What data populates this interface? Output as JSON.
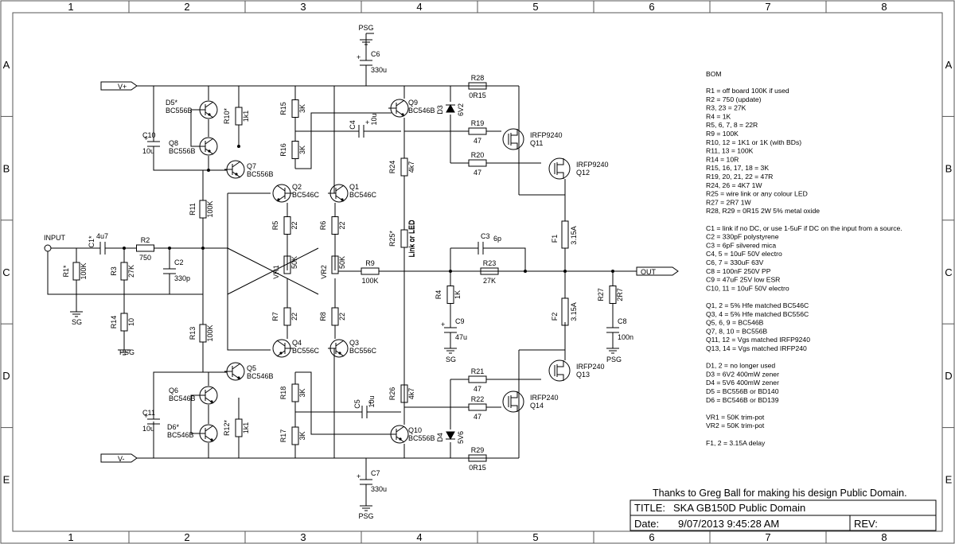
{
  "grid": {
    "columns": [
      "1",
      "2",
      "3",
      "4",
      "5",
      "6",
      "7",
      "8"
    ],
    "rows": [
      "A",
      "B",
      "C",
      "D",
      "E"
    ]
  },
  "nets": {
    "psg_top": "PSG",
    "psg_bottom": "PSG",
    "psg_c9": "PSG",
    "vplus": "V+",
    "vminus": "V-",
    "input": "INPUT",
    "output": "OUT",
    "sg1": "SG",
    "sg2": "SG"
  },
  "components": {
    "C6": {
      "ref": "C6",
      "value": "330u"
    },
    "C7": {
      "ref": "C7",
      "value": "330u"
    },
    "C10": {
      "ref": "C10",
      "value": "10u"
    },
    "C11": {
      "ref": "C11",
      "value": "10u"
    },
    "C4": {
      "ref": "C4",
      "value": "10u"
    },
    "C5": {
      "ref": "C5",
      "value": "10u"
    },
    "C1": {
      "ref": "C1*",
      "value": "4u7"
    },
    "C2": {
      "ref": "C2",
      "value": "330p"
    },
    "C3": {
      "ref": "C3",
      "value": "6p"
    },
    "C8": {
      "ref": "C8",
      "value": "100n"
    },
    "C9": {
      "ref": "C9",
      "value": "47u"
    },
    "D3": {
      "ref": "D3",
      "value": "6V2"
    },
    "D4": {
      "ref": "D4",
      "value": "5V6"
    },
    "D5": {
      "ref": "D5*",
      "value": "BC556B"
    },
    "D6": {
      "ref": "D6*",
      "value": "BC546B"
    },
    "Q1": {
      "ref": "Q1",
      "value": "BC546C"
    },
    "Q2": {
      "ref": "Q2",
      "value": "BC546C"
    },
    "Q3": {
      "ref": "Q3",
      "value": "BC556C"
    },
    "Q4": {
      "ref": "Q4",
      "value": "BC556C"
    },
    "Q5": {
      "ref": "Q5",
      "value": "BC546B"
    },
    "Q6": {
      "ref": "Q6",
      "value": "BC546B"
    },
    "Q7": {
      "ref": "Q7",
      "value": "BC556B"
    },
    "Q8": {
      "ref": "Q8",
      "value": "BC556B"
    },
    "Q9": {
      "ref": "Q9",
      "value": "BC546B"
    },
    "Q10": {
      "ref": "Q10",
      "value": "BC556B"
    },
    "Q11": {
      "ref": "Q11",
      "value": "IRFP9240"
    },
    "Q12": {
      "ref": "Q12",
      "value": "IRFP9240"
    },
    "Q13": {
      "ref": "Q13",
      "value": "IRFP240"
    },
    "Q14": {
      "ref": "Q14",
      "value": "IRFP240"
    },
    "R1": {
      "ref": "R1*",
      "value": "100K"
    },
    "R2": {
      "ref": "R2",
      "value": "750"
    },
    "R3": {
      "ref": "R3",
      "value": "27K"
    },
    "R4": {
      "ref": "R4",
      "value": "1K"
    },
    "R5": {
      "ref": "R5",
      "value": "22"
    },
    "R6": {
      "ref": "R6",
      "value": "22"
    },
    "R7": {
      "ref": "R7",
      "value": "22"
    },
    "R8": {
      "ref": "R8",
      "value": "22"
    },
    "R9": {
      "ref": "R9",
      "value": "100K"
    },
    "R10": {
      "ref": "R10*",
      "value": "1k1"
    },
    "R11": {
      "ref": "R11",
      "value": "100K"
    },
    "R12": {
      "ref": "R12*",
      "value": "1k1"
    },
    "R13": {
      "ref": "R13",
      "value": "100K"
    },
    "R14": {
      "ref": "R14",
      "value": "10"
    },
    "R15": {
      "ref": "R15",
      "value": "3K"
    },
    "R16": {
      "ref": "R16",
      "value": "3K"
    },
    "R17": {
      "ref": "R17",
      "value": "3K"
    },
    "R18": {
      "ref": "R18",
      "value": "3K"
    },
    "R19": {
      "ref": "R19",
      "value": "47"
    },
    "R20": {
      "ref": "R20",
      "value": "47"
    },
    "R21": {
      "ref": "R21",
      "value": "47"
    },
    "R22": {
      "ref": "R22",
      "value": "47"
    },
    "R23": {
      "ref": "R23",
      "value": "27K"
    },
    "R24": {
      "ref": "R24",
      "value": "4k7"
    },
    "R25": {
      "ref": "R25*",
      "value": "Link or LED"
    },
    "R26": {
      "ref": "R26",
      "value": "4k7"
    },
    "R27": {
      "ref": "R27",
      "value": "2R7"
    },
    "R28": {
      "ref": "R28",
      "value": "0R15"
    },
    "R29": {
      "ref": "R29",
      "value": "0R15"
    },
    "VR1": {
      "ref": "VR1",
      "value": "50K"
    },
    "VR2": {
      "ref": "VR2",
      "value": "50K"
    },
    "F1": {
      "ref": "F1",
      "value": "3.15A"
    },
    "F2": {
      "ref": "F2",
      "value": "3.15A"
    }
  },
  "bom": {
    "title": "BOM",
    "lines": [
      "R1 = off board 100K if used",
      "R2 = 750  (update)",
      "R3, 23 = 27K",
      "R4 = 1K",
      "R5, 6, 7, 8 = 22R",
      "R9 = 100K",
      "R10, 12 = 1K1 or 1K (with BDs)",
      "R11, 13 = 100K",
      "R14 = 10R",
      "R15, 16, 17, 18 = 3K",
      "R19, 20, 21, 22 = 47R",
      "R24, 26 = 4K7 1W",
      "R25 = wire link or any colour LED",
      "R27 = 2R7 1W",
      "R28, R29 = 0R15 2W 5% metal oxide",
      "",
      "C1 = link if no DC, or use 1-5uF if DC on the input from a source.",
      "C2 = 330pF polystyrene",
      "C3 = 6pF silvered mica",
      "C4, 5 = 10uF 50V electro",
      "C6, 7 = 330uF 63V",
      "C8 = 100nF 250V PP",
      "C9 = 47uF 25V low ESR",
      "C10, 11 = 10uF 50V electro",
      "",
      "Q1, 2 = 5% Hfe matched BC546C",
      "Q3, 4 = 5% Hfe matched BC556C",
      "Q5, 6, 9 = BC546B",
      "Q7, 8, 10 = BC556B",
      "Q11, 12 = Vgs matched IRFP9240",
      "Q13, 14 = Vgs matched IRFP240",
      "",
      "D1, 2 = no longer used",
      "D3 = 6V2 400mW zener",
      "D4 = 5V6 400mW zener",
      "D5 = BC556B or BD140",
      "D6 = BC546B or BD139",
      "",
      "VR1 = 50K trim-pot",
      "VR2 = 50K trim-pot",
      "",
      "F1, 2 = 3.15A delay"
    ]
  },
  "thanks": "Thanks to Greg Ball for making his design Public Domain.",
  "title_block": {
    "title_label": "TITLE:",
    "title": "SKA GB150D Public Domain",
    "date_label": "Date:",
    "date": "9/07/2013 9:45:28 AM",
    "rev_label": "REV:",
    "rev": ""
  }
}
